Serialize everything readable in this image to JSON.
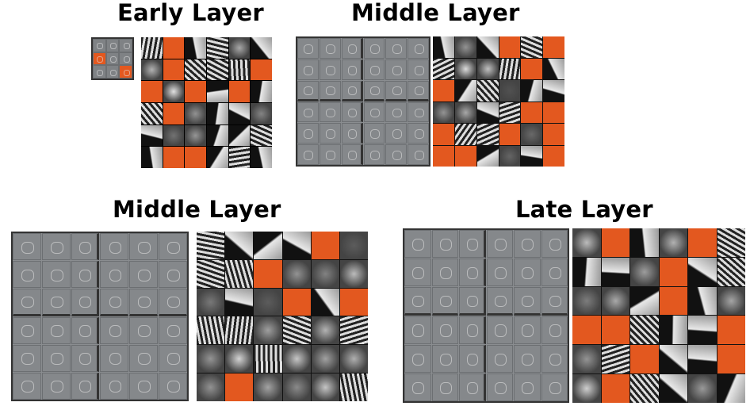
{
  "titles": {
    "early": "Early Layer",
    "middle_top": "Middle Layer",
    "middle_bottom": "Middle Layer",
    "late": "Late Layer"
  },
  "colors": {
    "feature_gray": "#85888b",
    "accent_orange": "#e3581f",
    "dark": "#111111",
    "light": "#e8e8e8"
  }
}
